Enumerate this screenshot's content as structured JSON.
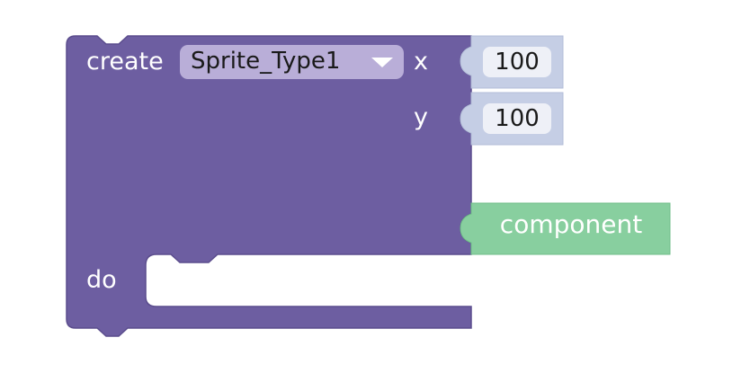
{
  "colors": {
    "block_purple": "#6d5ea1",
    "block_purple_border": "#5b4d8d",
    "dropdown_bg": "#b9aed8",
    "number_block": "#c5cee5",
    "number_field": "#eef0f7",
    "component_block": "#88cf9f",
    "text_light": "#ffffff",
    "text_dark": "#1a1a1a"
  },
  "create_block": {
    "keyword": "create",
    "sprite_dropdown": {
      "selected": "Sprite_Type1",
      "icon": "chevron-down-icon"
    },
    "x_label": "x",
    "y_label": "y",
    "do_label": "do"
  },
  "x_value_block": {
    "value": "100"
  },
  "y_value_block": {
    "value": "100"
  },
  "component_block": {
    "label": "component"
  }
}
